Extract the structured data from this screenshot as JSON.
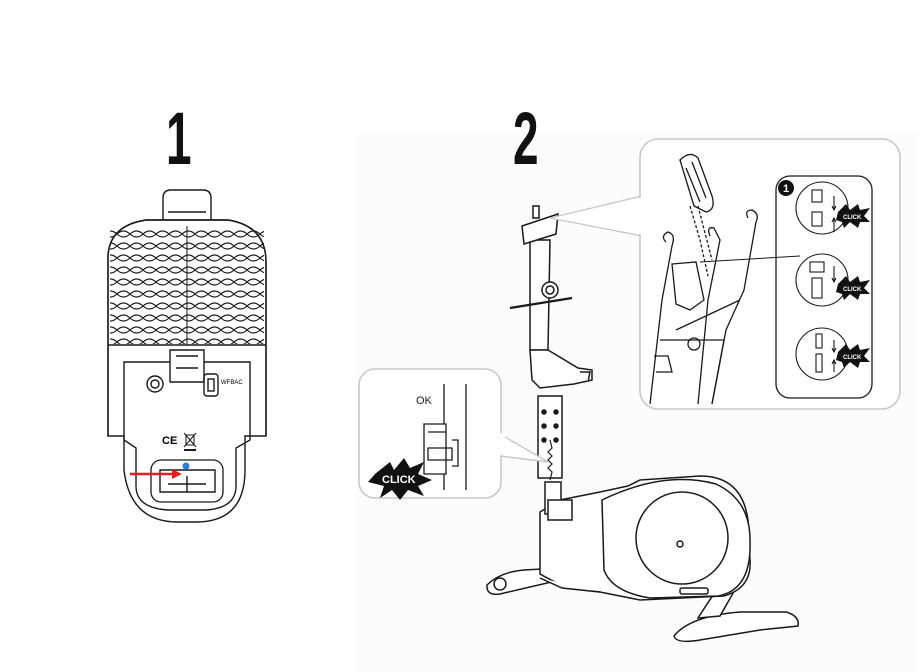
{
  "steps": {
    "step1": {
      "number": "1"
    },
    "step2": {
      "number": "2"
    }
  },
  "panel_labels": {
    "ok": "OK",
    "click_large": "CLICK",
    "click_small": "CLICK",
    "sub_step": "1"
  },
  "console_back": {
    "ce_mark": "CE",
    "port_label": "WFBAC"
  },
  "colors": {
    "line": "#1a1a1a",
    "pointer_arrow": "#e02020",
    "indicator_dot": "#2a7fd4",
    "callout_bg": "#ffffff",
    "callout_border": "#c8c8c8"
  }
}
